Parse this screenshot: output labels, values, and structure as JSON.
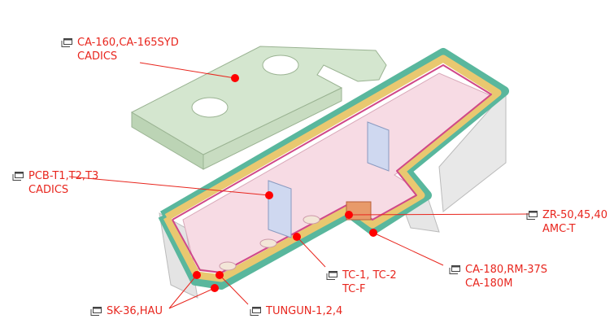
{
  "colors": {
    "accent": "#e8261e",
    "lid": "#d4e6cf",
    "floor": "#f7dbe4",
    "insulation": "#e9c870",
    "shell": "#59b79d",
    "liner": "#d0488a"
  },
  "callouts": [
    {
      "id": "lid",
      "line1": "CA-160,CA-165SYD",
      "line2": "CADICS",
      "icon": "new-window-icon"
    },
    {
      "id": "pcb",
      "line1": "PCB-T1,T2,T3",
      "line2": "CADICS",
      "icon": "new-window-icon"
    },
    {
      "id": "zr",
      "line1": "ZR-50,45,40",
      "line2": "AMC-T",
      "icon": "new-window-icon"
    },
    {
      "id": "ca180",
      "line1": "CA-180,RM-37S",
      "line2": "CA-180M",
      "icon": "new-window-icon"
    },
    {
      "id": "tc",
      "line1": "TC-1, TC-2",
      "line2": "TC-F",
      "icon": "new-window-icon"
    },
    {
      "id": "sk",
      "line1": "SK-36,HAU",
      "icon": "new-window-icon"
    },
    {
      "id": "tungun",
      "line1": "TUNGUN-1,2,4",
      "icon": "new-window-icon"
    }
  ]
}
